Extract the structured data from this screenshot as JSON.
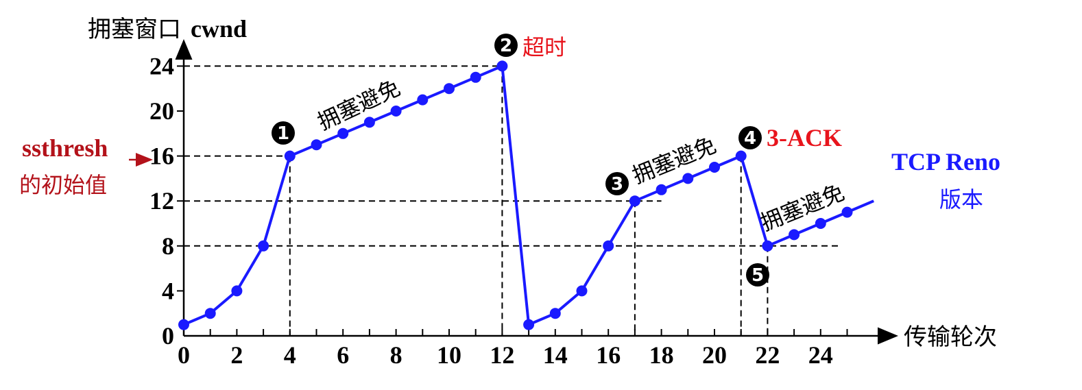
{
  "chart_data": {
    "type": "line",
    "ylabel_prefix": "拥塞窗口",
    "ylabel_var": "cwnd",
    "xlabel": "传输轮次",
    "x_ticks": [
      0,
      2,
      4,
      6,
      8,
      10,
      12,
      14,
      16,
      18,
      20,
      22,
      24
    ],
    "y_ticks": [
      0,
      4,
      8,
      12,
      16,
      20,
      24
    ],
    "xlim": [
      0,
      27
    ],
    "ylim": [
      0,
      26
    ],
    "series": [
      {
        "color": "#1a1aff",
        "x": [
          0,
          1,
          2,
          3,
          4,
          5,
          6,
          7,
          8,
          9,
          10,
          11,
          12,
          13,
          14,
          15,
          16,
          17,
          18,
          19,
          20,
          21,
          22,
          23,
          24,
          25,
          26
        ],
        "y": [
          1,
          2,
          4,
          8,
          16,
          17,
          18,
          19,
          20,
          21,
          22,
          23,
          24,
          1,
          2,
          4,
          8,
          12,
          13,
          14,
          15,
          16,
          8,
          9,
          10,
          11,
          12
        ]
      }
    ],
    "ssthresh_label_1": "ssthresh",
    "ssthresh_label_2": "的初始值",
    "annotations": {
      "congestion_avoidance": "拥塞避免",
      "timeout": "超时",
      "three_ack": "3-ACK"
    },
    "markers": [
      "1",
      "2",
      "3",
      "4",
      "5"
    ],
    "version_label_1": "TCP Reno",
    "version_label_2": "版本",
    "colors": {
      "line": "#1a1aff",
      "red": "#e8141c",
      "dark_red": "#b3121a",
      "axis": "#000000"
    }
  }
}
